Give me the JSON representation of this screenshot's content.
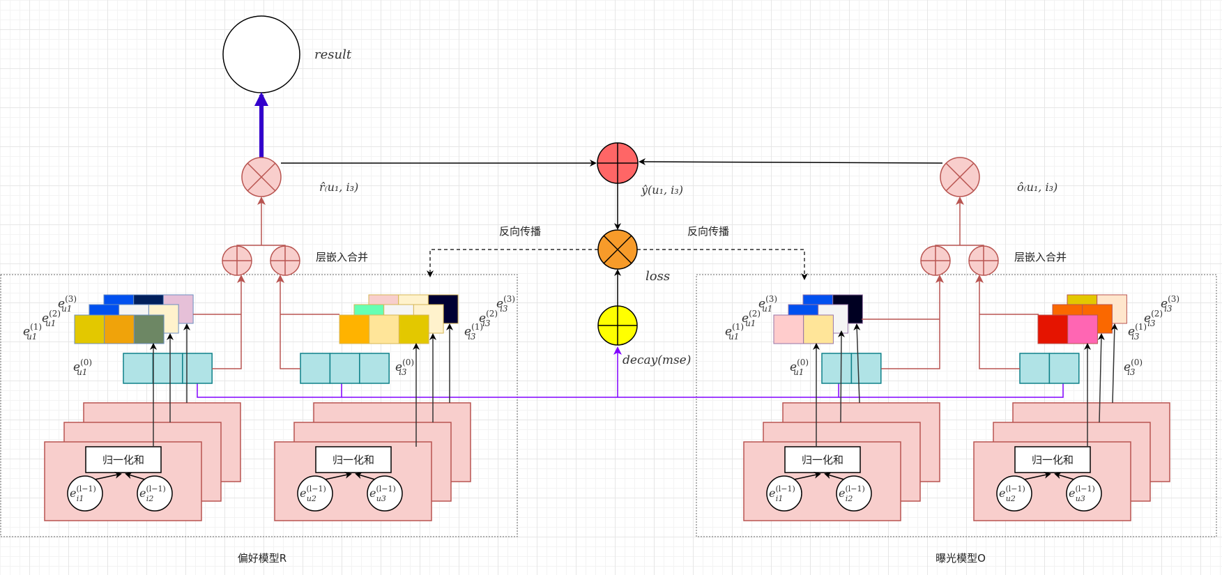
{
  "colors": {
    "pink_fill": "#f8cecc",
    "pink_stroke": "#b85450",
    "red_node": "#ff6666",
    "orange_node": "#f79b2a",
    "yellow_node": "#ffff00",
    "cyan_fill": "#b0e3e6",
    "cyan_stroke": "#0e8088",
    "purple_line": "#8000ff",
    "blue_arrow": "#3300cc"
  },
  "top": {
    "result_label": "result"
  },
  "center": {
    "y_hat_label": "ŷ(u₁, i₃)",
    "loss_label": "loss",
    "decay_label": "decay(mse)",
    "backprop_left": "反向传播",
    "backprop_right": "反向传播"
  },
  "left_model": {
    "title": "偏好模型R",
    "product_label": "r̂₍u₁, i₃)",
    "merge_label": "层嵌入合并",
    "user_stack_labels": [
      "e(1) u1",
      "e(2) u1",
      "e(3) u1"
    ],
    "user_base_label": "e(0) u1",
    "item_stack_labels": [
      "e(1) i3",
      "e(2) i3",
      "e(3) i3"
    ],
    "item_base_label": "e(0) i3",
    "user_agg": {
      "box_label": "归一化和",
      "inputs": [
        "e(l−1) i1",
        "e(l−1) i2"
      ]
    },
    "item_agg": {
      "box_label": "归一化和",
      "inputs": [
        "e(l−1) u2",
        "e(l−1) u3"
      ]
    },
    "user_layer_colors": [
      [
        "#e3c800",
        "#f0a30a",
        "#6d8764"
      ],
      [
        "#0050ef",
        "#f5f5f5",
        "#fff2cc"
      ],
      [
        "#0050ef",
        "#001f5c",
        "#e6c0d8"
      ]
    ],
    "item_layer_colors": [
      [
        "#ffb300",
        "#ffe599",
        "#e3c800"
      ],
      [
        "#66ffb3",
        "#f5f5f5",
        "#fff2cc"
      ],
      [
        "#f8cecc",
        "#fff2cc",
        "#000033"
      ]
    ]
  },
  "right_model": {
    "title": "曝光模型O",
    "product_label": "ô₍u₁, i₃)",
    "merge_label": "层嵌入合并",
    "user_stack_labels": [
      "e(1) u1",
      "e(2) u1",
      "e(3) u1"
    ],
    "user_base_label": "e(0) u1",
    "item_stack_labels": [
      "e(1) i3",
      "e(2) i3",
      "e(3) i3"
    ],
    "item_base_label": "e(0) i3",
    "user_agg": {
      "box_label": "归一化和",
      "inputs": [
        "e(l−1) i1",
        "e(l−1) i2"
      ]
    },
    "item_agg": {
      "box_label": "归一化和",
      "inputs": [
        "e(l−1) u2",
        "e(l−1) u3"
      ]
    },
    "user_layer_colors": [
      [
        "#ffcccc",
        "#ffe599"
      ],
      [
        "#0050ef",
        "#f5f5f5"
      ],
      [
        "#0050ef",
        "#000022"
      ]
    ],
    "item_layer_colors": [
      [
        "#e51400",
        "#ff66b3"
      ],
      [
        "#fa6800",
        "#fa6800"
      ],
      [
        "#e3c800",
        "#ffe6cc"
      ]
    ]
  }
}
